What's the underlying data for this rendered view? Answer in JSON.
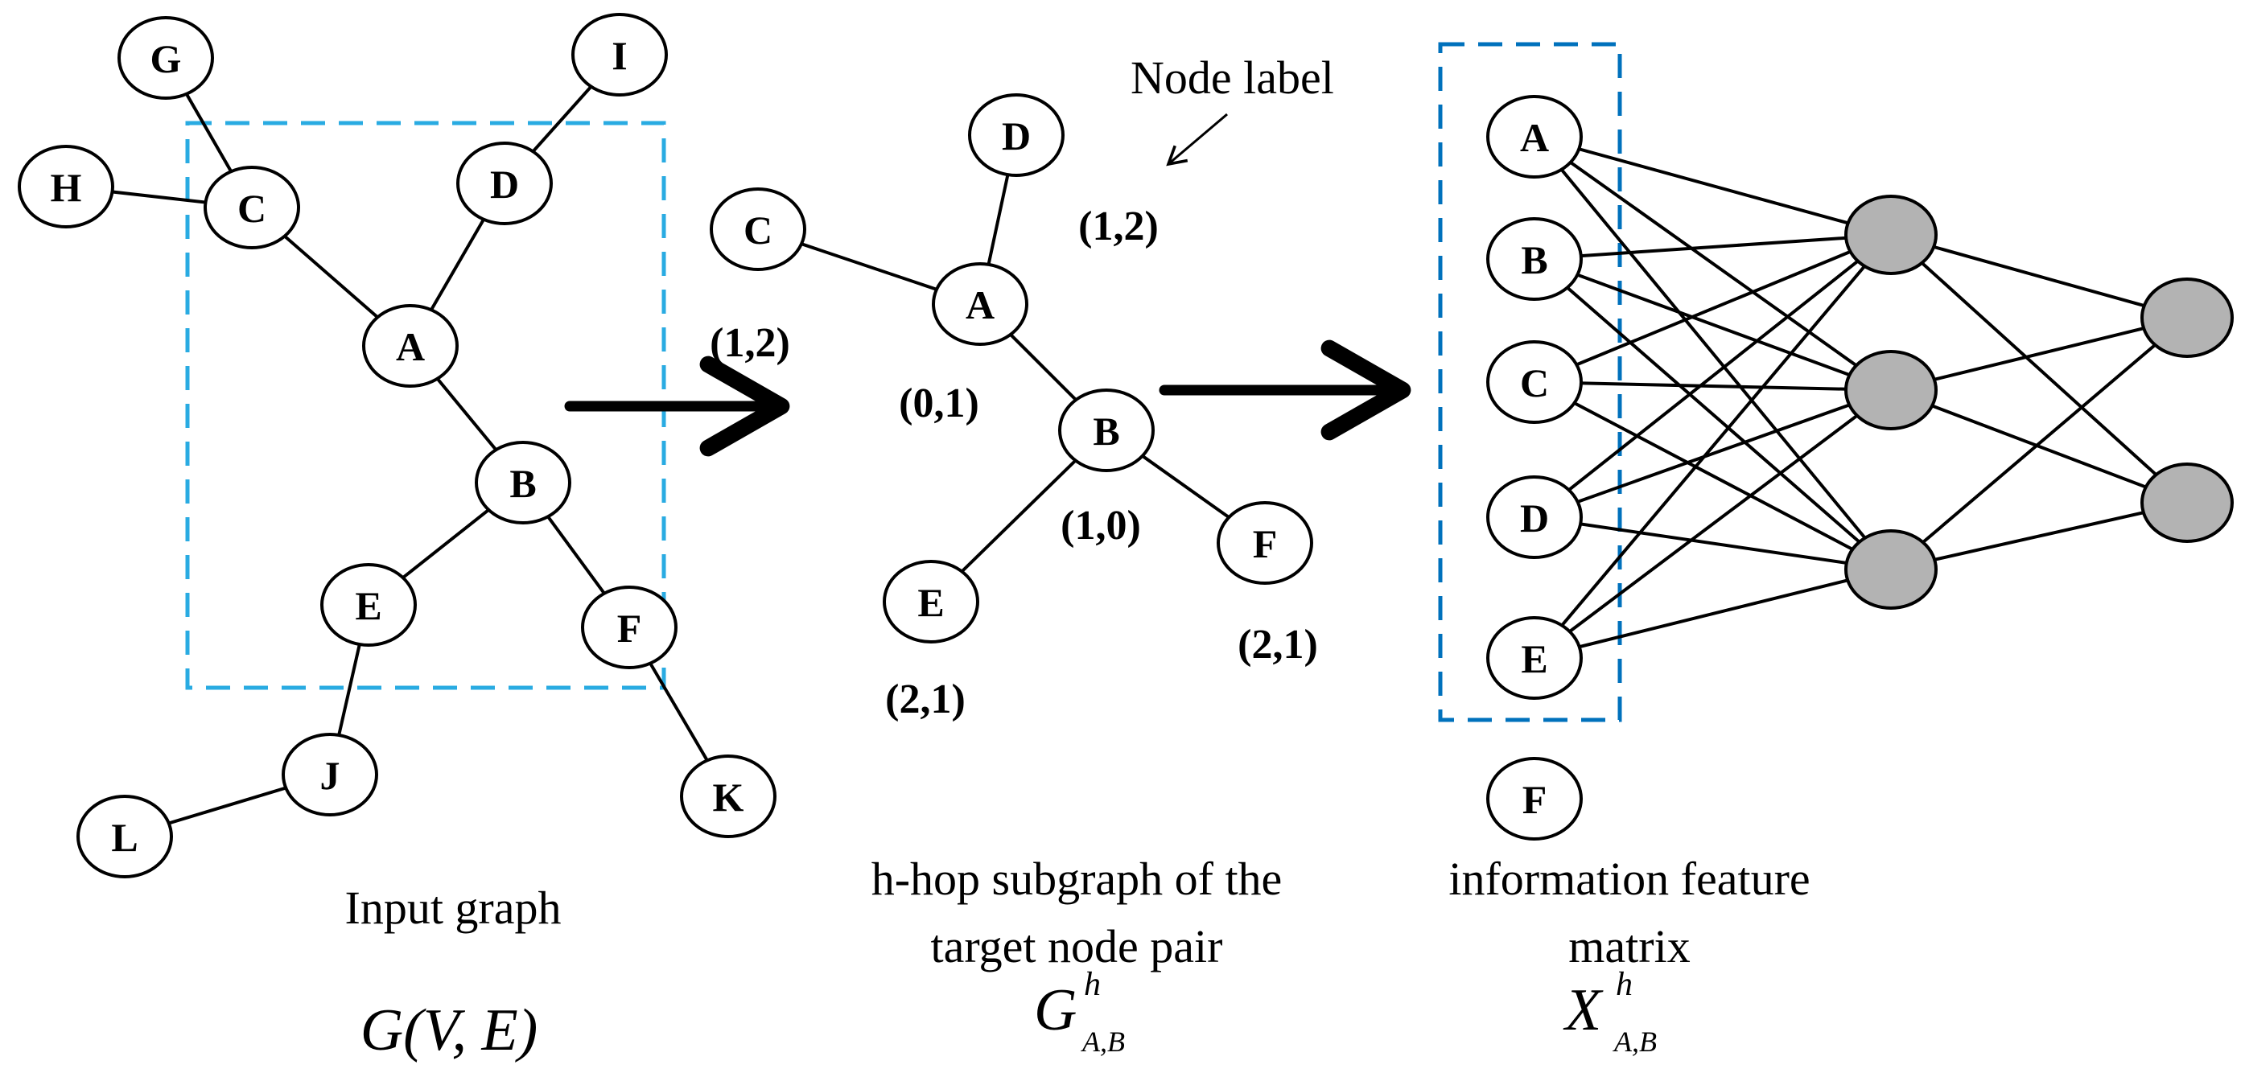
{
  "colors": {
    "input_box": "#29abe2",
    "feature_box": "#0071bc",
    "nn_fill": "#b3b3b3",
    "ink": "#000000"
  },
  "input_graph": {
    "nodes": [
      "G",
      "I",
      "H",
      "C",
      "D",
      "A",
      "B",
      "E",
      "F",
      "J",
      "L",
      "K"
    ],
    "caption": "Input graph",
    "formula": "G(V, E)"
  },
  "subgraph": {
    "nodes": [
      "D",
      "C",
      "A",
      "B",
      "E",
      "F"
    ],
    "pair_labels": {
      "D": "(1,2)",
      "C": "(1,2)",
      "A": "(0,1)",
      "B": "(1,0)",
      "E": "(2,1)",
      "F": "(2,1)"
    },
    "annotation": "Node label",
    "caption_line1": "h-hop subgraph of the",
    "caption_line2": "target node pair",
    "formula_base": "G",
    "formula_sup": "h",
    "formula_sub": "A,B"
  },
  "feature_matrix": {
    "nodes": [
      "A",
      "B",
      "C",
      "D",
      "E",
      "F"
    ],
    "caption_line1": "information feature",
    "caption_line2": "matrix",
    "formula_base": "X",
    "formula_sup": "h",
    "formula_sub": "A,B"
  }
}
